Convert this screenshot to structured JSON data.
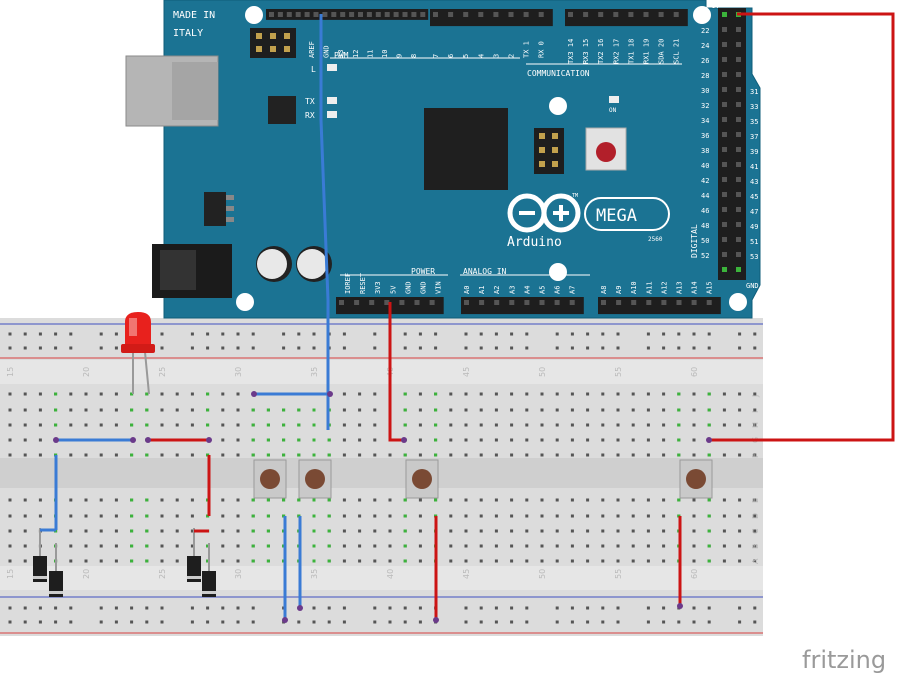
{
  "board": {
    "made_in": "MADE IN",
    "italy": "ITALY",
    "pwm": "PWM",
    "communication": "COMMUNICATION",
    "power": "POWER",
    "analog_in": "ANALOG IN",
    "digital": "DIGITAL",
    "gnd": "GND",
    "five_v": "5V",
    "on": "ON",
    "led_l": "L",
    "tx": "TX",
    "rx": "RX",
    "brand": "Arduino",
    "model": "MEGA",
    "tm": "TM",
    "rev": "2560",
    "top_pins_a": [
      "AREF",
      "GND",
      "13",
      "12",
      "11",
      "10",
      "9",
      "8"
    ],
    "top_pins_b": [
      "7",
      "6",
      "5",
      "4",
      "3",
      "2",
      "TX 1",
      "RX 0"
    ],
    "top_pins_c": [
      "TX3 14",
      "RX3 15",
      "TX2 16",
      "RX2 17",
      "TX1 18",
      "RX1 19",
      "SDA 20",
      "SCL 21"
    ],
    "power_pins": [
      "IOREF",
      "RESET",
      "3V3",
      "5V",
      "GND",
      "GND",
      "VIN"
    ],
    "analog_pins": [
      "A0",
      "A1",
      "A2",
      "A3",
      "A4",
      "A5",
      "A6",
      "A7",
      "A8",
      "A9",
      "A10",
      "A11",
      "A12",
      "A13",
      "A14",
      "A15"
    ],
    "digital_left": [
      "22",
      "24",
      "26",
      "28",
      "30",
      "32",
      "34",
      "36",
      "38",
      "40",
      "42",
      "44",
      "46",
      "48",
      "50",
      "52"
    ],
    "digital_right": [
      "31",
      "33",
      "35",
      "37",
      "39",
      "41",
      "43",
      "45",
      "47",
      "49",
      "51",
      "53"
    ]
  },
  "breadboard": {
    "col_labels": [
      "15",
      "20",
      "25",
      "30",
      "35",
      "40",
      "45",
      "50",
      "55",
      "60"
    ],
    "row_labels_top": [
      "J",
      "I",
      "H",
      "G",
      "F"
    ],
    "row_labels_bottom": [
      "E",
      "D",
      "C",
      "B",
      "A"
    ]
  },
  "watermark": "fritzing",
  "colors": {
    "board": "#1b7393",
    "wire_red": "#cc1414",
    "wire_blue": "#3a7bd5",
    "breadboard": "#dcdcdc",
    "rail_red": "#d84040",
    "rail_blue": "#4050c0",
    "led": "#e8211d"
  }
}
